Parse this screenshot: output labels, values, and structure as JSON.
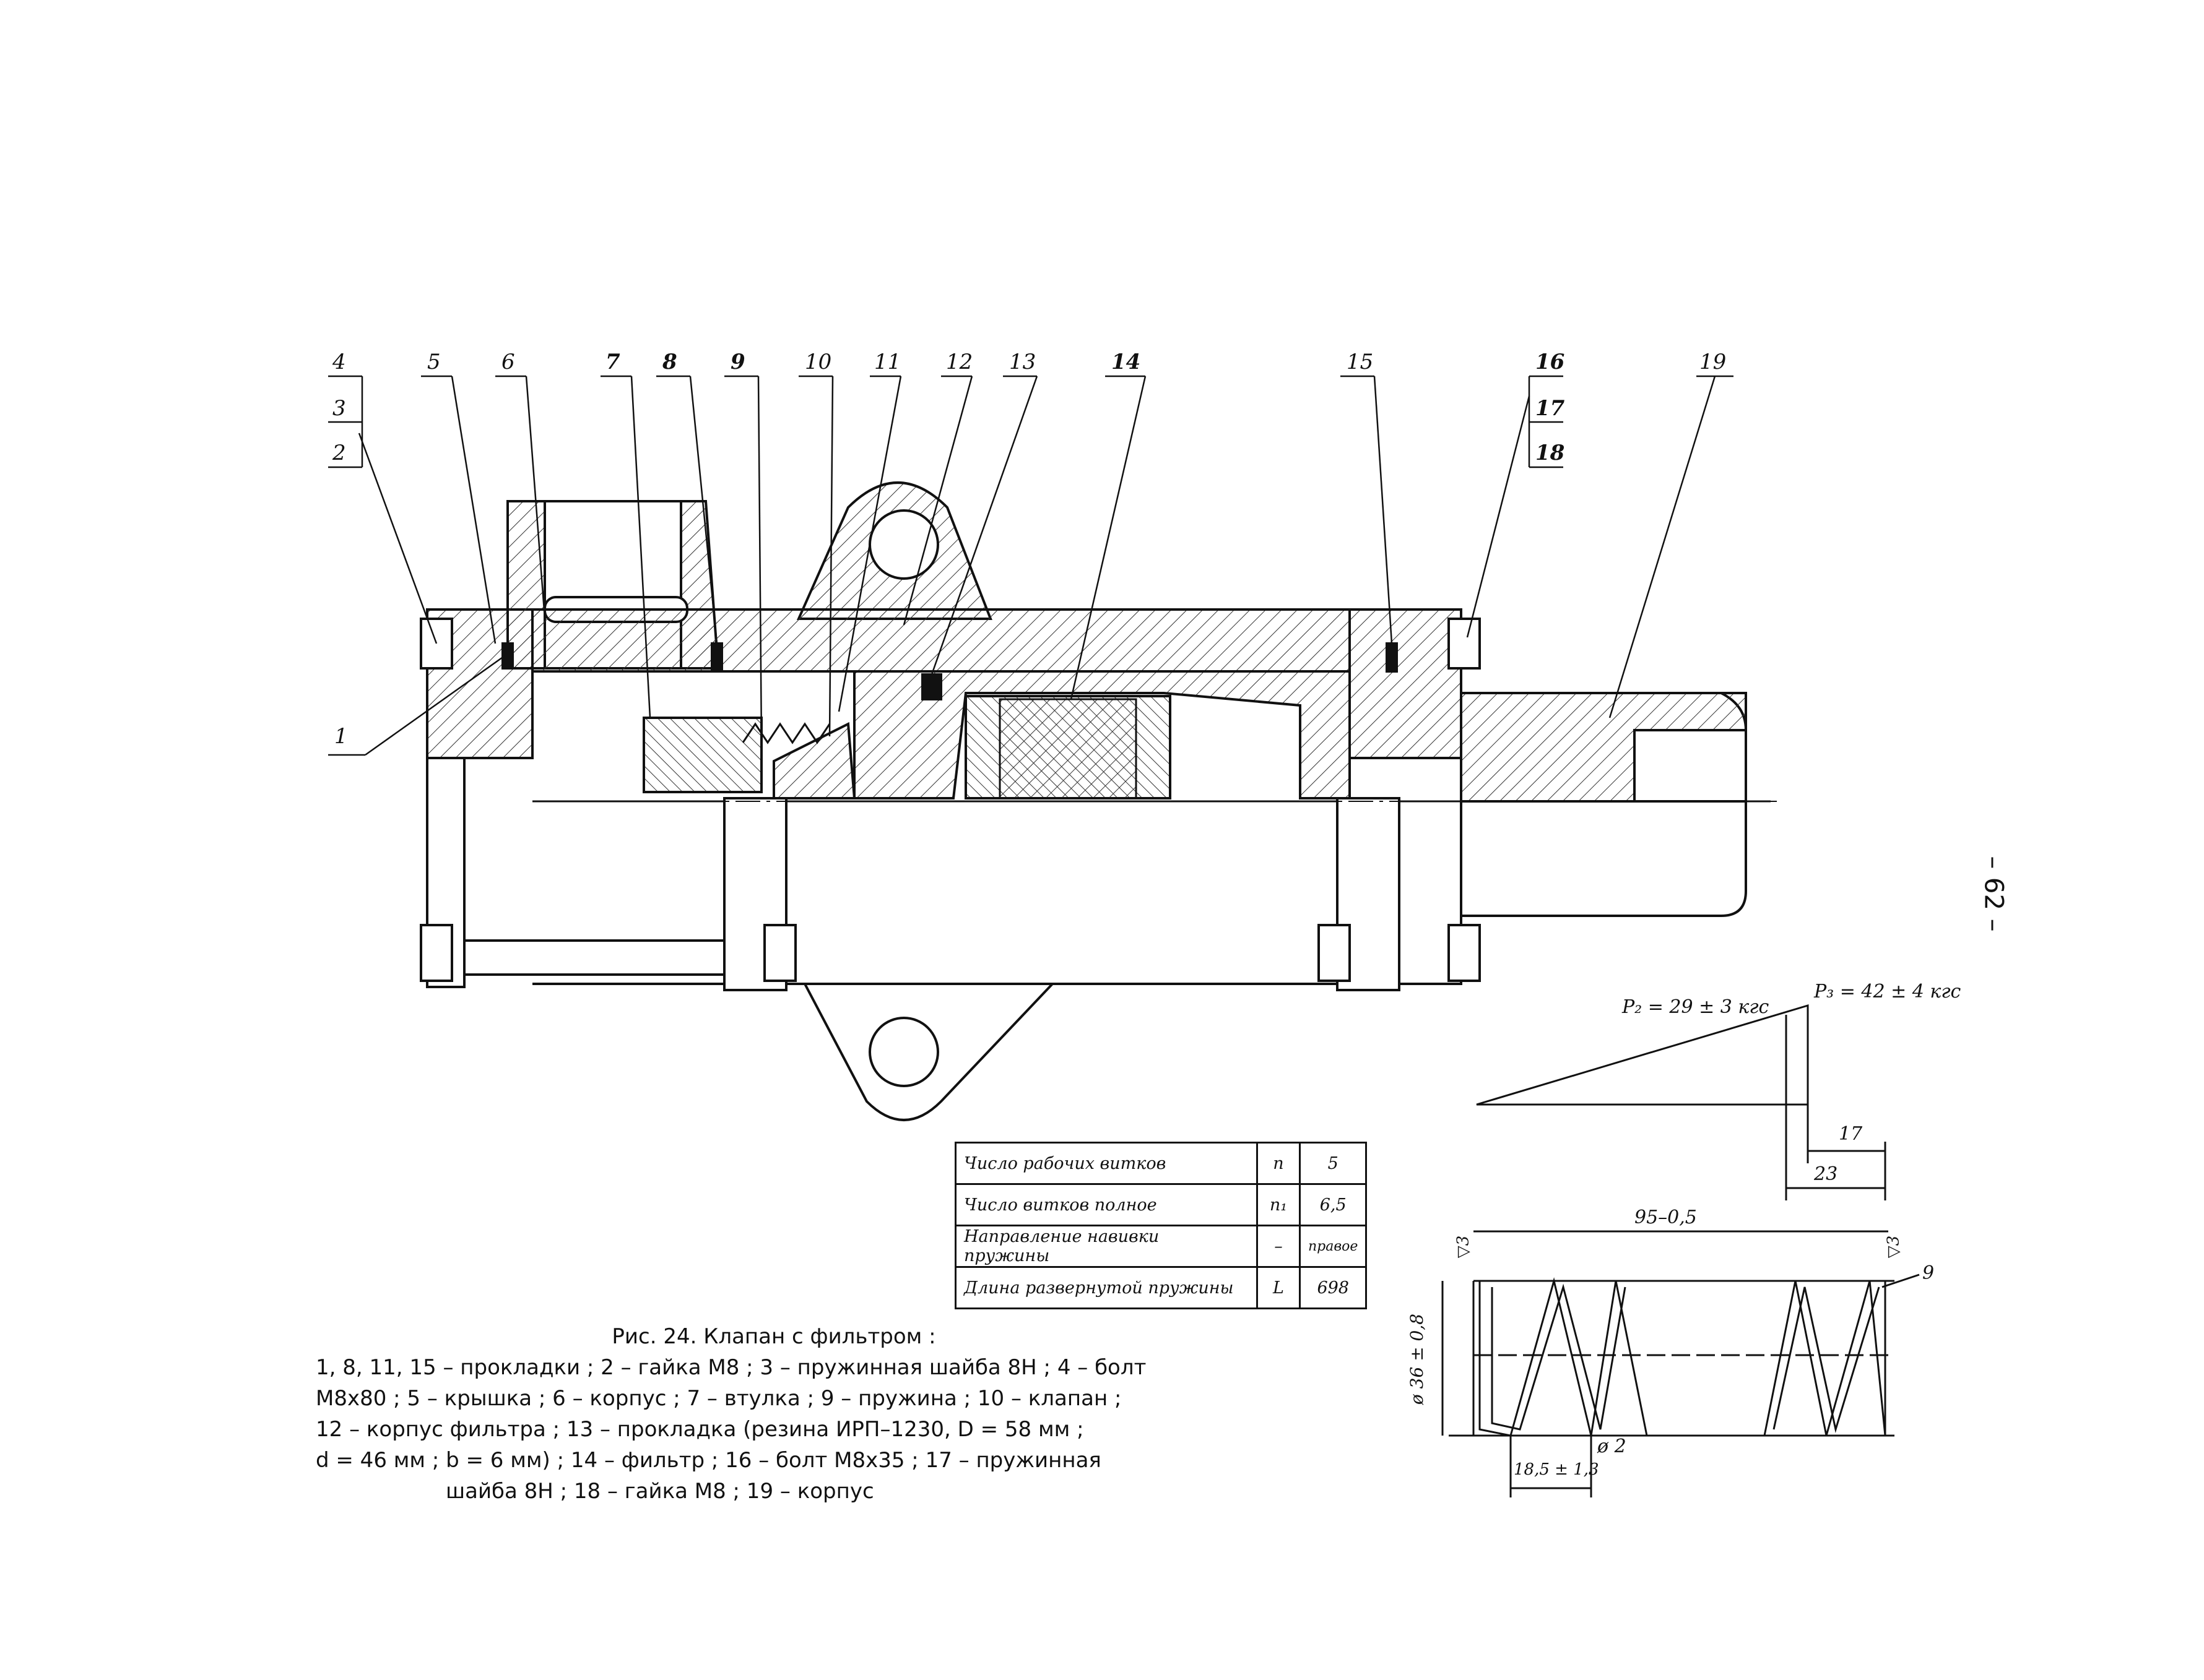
{
  "callouts": [
    "1",
    "2",
    "3",
    "4",
    "5",
    "6",
    "7",
    "8",
    "9",
    "10",
    "11",
    "12",
    "13",
    "14",
    "15",
    "16",
    "17",
    "18",
    "19"
  ],
  "page_number": "– 62 –",
  "caption": {
    "title": "Рис. 24. Клапан с фильтром :",
    "line1": "1, 8, 11, 15 – прокладки ; 2 – гайка М8 ; 3 – пружинная шайба 8Н  ; 4 – болт",
    "line2": "М8х80 ; 5 – крышка ; 6 – корпус ; 7 – втулка ; 9 – пружина ; 10 – клапан ;",
    "line3": "12 – корпус фильтра ; 13 – прокладка (резина ИРП–1230,  D = 58 мм ;",
    "line4": "d = 46 мм ;  b = 6 мм) ; 14 – фильтр ; 16 – болт  М8х35 ; 17 –  пружинная",
    "line5": "шайба 8Н ; 18 – гайка М8 ; 19 – корпус"
  },
  "spec_table": [
    {
      "label": "Число рабочих витков",
      "symbol": "n",
      "value": "5"
    },
    {
      "label": "Число витков полное",
      "symbol": "n₁",
      "value": "6,5"
    },
    {
      "label": "Направление навивки пружины",
      "symbol": "–",
      "value": "правое"
    },
    {
      "label": "Длина развернутой пружины",
      "symbol": "L",
      "value": "698"
    }
  ],
  "spring": {
    "force_p2": "P₂ = 29 ± 3 кгс",
    "force_p3": "P₃ = 42 ± 4 кгс",
    "dim_17": "17",
    "dim_23": "23",
    "dim_free_length": "95–0,5",
    "dim_diameter": "ø 36 ± 0,8",
    "dim_pitch": "18,5 ± 1,3",
    "dim_wire": "ø 2",
    "dim_end_left": "▽3",
    "dim_end_right": "▽3",
    "label_9": "9"
  }
}
